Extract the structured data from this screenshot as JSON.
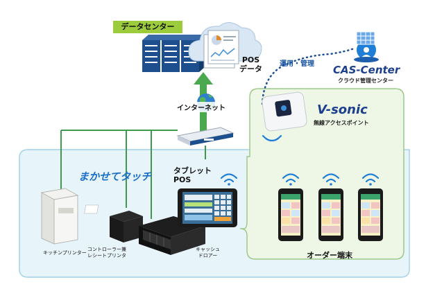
{
  "labels": {
    "data_center": "データセンター",
    "pos_data_line1": "POS",
    "pos_data_line2": "データ",
    "operation_management": "運用・管理",
    "cas_center_name": "CAS-Center",
    "cas_center_subtitle": "クラウド管理センター",
    "internet": "インターネット",
    "vsonic_name": "V-sonic",
    "vsonic_subtitle": "無線アクセスポイント",
    "makase_touch": "まかせてタッチ",
    "tablet_pos_line1": "タブレット",
    "tablet_pos_line2": "POS",
    "kitchen_printer": "キッチンプリンター",
    "controller_line1": "コントローラー兼",
    "controller_line2": "レシートプリンタ",
    "cash_drawer_line1": "キャッシュ",
    "cash_drawer_line2": "ドロアー",
    "order_terminal": "オーダー端末"
  },
  "colors": {
    "store_area_fill": "#e7f4fa",
    "store_area_border": "#a9d4ea",
    "wireless_area_fill": "#eef7e6",
    "wireless_area_border": "#9cc98a",
    "wired_line": "#3e9a4a",
    "arrow_green": "#4aa94f",
    "dotted_link": "#1b4f95",
    "wifi_blue": "#1f7fd6",
    "accent_blue": "#1b3f8c",
    "label_green": "#9ccb3b"
  },
  "icons": [
    "server-icon",
    "cloud-icon",
    "document-icon",
    "globe-icon",
    "router-icon",
    "cas-center-icon",
    "access-point-icon",
    "wifi-icon",
    "printer-icon",
    "receipt-printer-icon",
    "cash-drawer-icon",
    "tablet-icon",
    "smartphone-icon"
  ]
}
